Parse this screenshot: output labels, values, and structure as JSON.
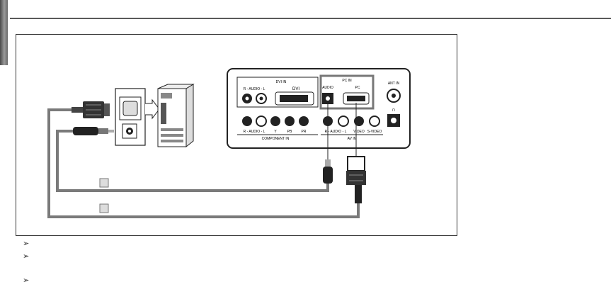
{
  "panel": {
    "dvi_in_label": "DVI IN",
    "audio_lr_label": "R - AUDIO - L",
    "dvi_label": "DVI",
    "pc_in_label": "PC IN",
    "pc_audio_label": "AUDIO",
    "pc_label": "PC",
    "ant_in_label": "ANT IN",
    "component_in_label": "COMPONENT IN",
    "comp_audio_label": "R - AUDIO - L",
    "y_label": "Y",
    "pb_label": "PB",
    "pr_label": "PR",
    "av_audio_label": "R - AUDIO - L",
    "av_video_label": "VIDEO",
    "svideo_label": "S-VIDEO",
    "av_label": "AV IN"
  },
  "colors": {
    "cable": "#7a7a7a",
    "line": "#222222",
    "frame": "#333333"
  },
  "bullets": [
    "",
    "",
    ""
  ]
}
